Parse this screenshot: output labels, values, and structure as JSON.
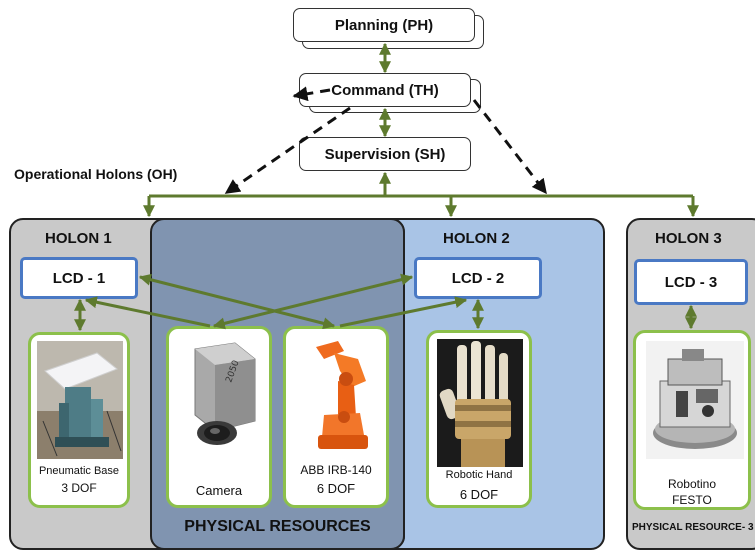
{
  "hierarchy": {
    "planning": "Planning (PH)",
    "command": "Command (TH)",
    "supervision": "Supervision (SH)",
    "operational_holons": "Operational Holons (OH)"
  },
  "holons": [
    {
      "title": "HOLON 1",
      "lcd": "LCD - 1"
    },
    {
      "title": "HOLON 2",
      "lcd": "LCD - 2"
    },
    {
      "title": "HOLON 3",
      "lcd": "LCD - 3"
    }
  ],
  "resources": [
    {
      "line1": "Pneumatic Base",
      "line2": "3 DOF"
    },
    {
      "line1": "Camera",
      "line2": ""
    },
    {
      "line1": "ABB IRB-140",
      "line2": "6 DOF"
    },
    {
      "line1": "Robotic Hand",
      "line2": "6 DOF"
    },
    {
      "line1": "Robotino",
      "line2": "FESTO"
    }
  ],
  "physical_resources_label": "PHYSICAL RESOURCES",
  "physical_resource_3_label": "PHYSICAL RESOURCE- 3",
  "colors": {
    "connector_green": "#5e7a2e",
    "holon_gray": "#c9c9c9",
    "holon_blue": "#a9c4e6",
    "physical_resources_fill": "#8094b0",
    "lcd_border": "#4a79c4",
    "card_border": "#8cc04b"
  }
}
